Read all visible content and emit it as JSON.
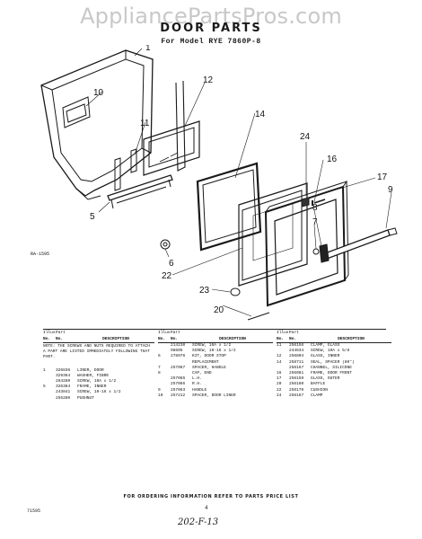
{
  "watermark": "AppliancePartsPros.com",
  "title": "DOOR PARTS",
  "model_line": "For Model  RYE 7860P-8",
  "diagram": {
    "ref_code": "RA-1595",
    "callouts": [
      "1",
      "12",
      "10",
      "11",
      "14",
      "24",
      "16",
      "17",
      "9",
      "5",
      "8",
      "7",
      "6",
      "22",
      "23",
      "20"
    ]
  },
  "table": {
    "header_top": {
      "illus": "Illus.",
      "part": "Part"
    },
    "header_bottom": {
      "no": "No.",
      "part_no": "No.",
      "description": "DESCRIPTION"
    },
    "note": "NOTE: THE SCREWS AND NUTS REQUIRED TO ATTACH A PART ARE LISTED IMMEDIATELY FOLLOWING THAT PART.",
    "col1": [
      {
        "illus": "1",
        "part": "326836",
        "desc": "LINER, DOOR"
      },
      {
        "illus": "",
        "part": "329364",
        "desc": "WASHER, FIBRE"
      },
      {
        "illus": "",
        "part": "264280",
        "desc": "SCREW, 10A x 1/2"
      },
      {
        "illus": "5",
        "part": "326384",
        "desc": "FRAME, INNER"
      },
      {
        "illus": "",
        "part": "243841",
        "desc": "SCREW, 10-16 x 1/2"
      },
      {
        "illus": "",
        "part": "255280",
        "desc": "PUSHNUT"
      }
    ],
    "col2": [
      {
        "illus": "",
        "part": "214230",
        "desc": "SCREW, 10A x 1/2"
      },
      {
        "illus": "",
        "part": "98605",
        "desc": "SCREW, 10-16 x 1/2"
      },
      {
        "illus": "6",
        "part": "278976",
        "desc": "KIT, DOOR STOP"
      },
      {
        "illus": "",
        "part": "",
        "desc": "REPLACEMENT"
      },
      {
        "illus": "7",
        "part": "257067",
        "desc": "SPACER, HANDLE"
      },
      {
        "illus": "8",
        "part": "",
        "desc": "CAP, END"
      },
      {
        "illus": "",
        "part": "257065",
        "desc": "L.H."
      },
      {
        "illus": "",
        "part": "257066",
        "desc": "R.H."
      },
      {
        "illus": "9",
        "part": "257063",
        "desc": "HANDLE"
      },
      {
        "illus": "10",
        "part": "257212",
        "desc": "SPACER, DOOR LINER"
      }
    ],
    "col3": [
      {
        "illus": "11",
        "part": "256156",
        "desc": "CLAMP, GLASS"
      },
      {
        "illus": "",
        "part": "244634",
        "desc": "SCREW, 10A x 5/8"
      },
      {
        "illus": "12",
        "part": "256804",
        "desc": "GLASS, INNER"
      },
      {
        "illus": "14",
        "part": "258711",
        "desc": "SEAL, SPACER (80\")"
      },
      {
        "illus": "",
        "part": "256167",
        "desc": "CHANNEL, SILICONE"
      },
      {
        "illus": "16",
        "part": "256081",
        "desc": "FRAME, DOOR FRONT"
      },
      {
        "illus": "17",
        "part": "256159",
        "desc": "GLASS, OUTER"
      },
      {
        "illus": "20",
        "part": "256160",
        "desc": "BAFFLE"
      },
      {
        "illus": "22",
        "part": "256170",
        "desc": "CUSHION"
      },
      {
        "illus": "24",
        "part": "256167",
        "desc": "CLAMP"
      }
    ]
  },
  "footer": {
    "ordering": "FOR ORDERING INFORMATION REFER TO PARTS PRICE LIST",
    "code": "71595",
    "page": "4",
    "handwritten": "202-F-13"
  }
}
